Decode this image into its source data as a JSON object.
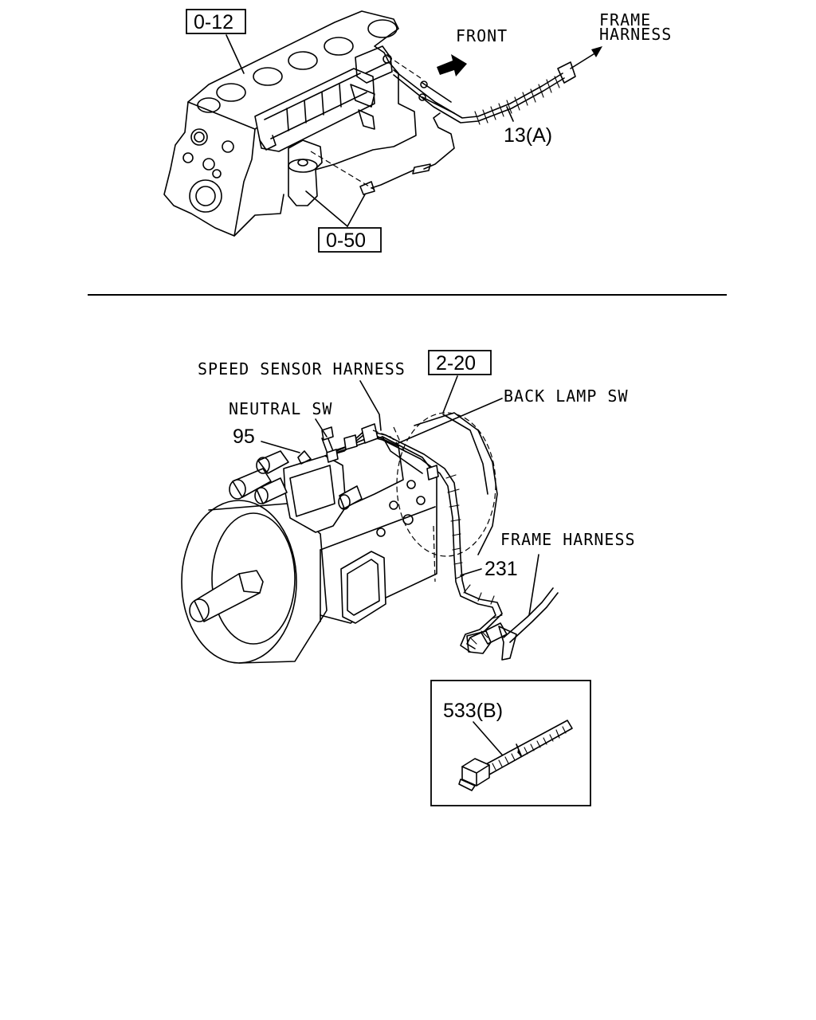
{
  "top": {
    "callouts": {
      "ref_0_12": "0-12",
      "ref_0_50": "0-50"
    },
    "labels": {
      "front": "FRONT",
      "frame_harness_line1": "FRAME",
      "frame_harness_line2": "HARNESS",
      "part_13a": "13(A)"
    }
  },
  "bottom": {
    "callouts": {
      "ref_2_20": "2-20"
    },
    "labels": {
      "speed_sensor_harness": "SPEED SENSOR HARNESS",
      "back_lamp_sw": "BACK LAMP SW",
      "neutral_sw": "NEUTRAL SW",
      "part_95": "95",
      "frame_harness": "FRAME HARNESS",
      "part_231": "231"
    }
  },
  "detail": {
    "part_533b": "533(B)"
  }
}
